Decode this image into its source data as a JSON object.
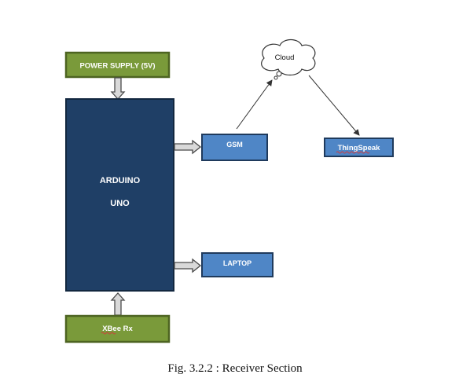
{
  "diagram": {
    "power_supply": "POWER SUPPLY (5V)",
    "arduino_line1": "ARDUINO",
    "arduino_line2": "UNO",
    "gsm": "GSM",
    "laptop": "LAPTOP",
    "xbee": "XBee Rx",
    "cloud": "Cloud",
    "thingspeak": "ThingSpeak"
  },
  "caption": "Fig. 3.2.2 : Receiver Section",
  "colors": {
    "green_fill": "#7a9a3a",
    "green_border": "#4d6421",
    "navy_fill": "#1f3f66",
    "navy_border": "#12273f",
    "blue_fill": "#4f86c6",
    "blue_border": "#1f3a5c",
    "arrow_fill": "#d9d9d9",
    "arrow_stroke": "#4a4a4a"
  }
}
